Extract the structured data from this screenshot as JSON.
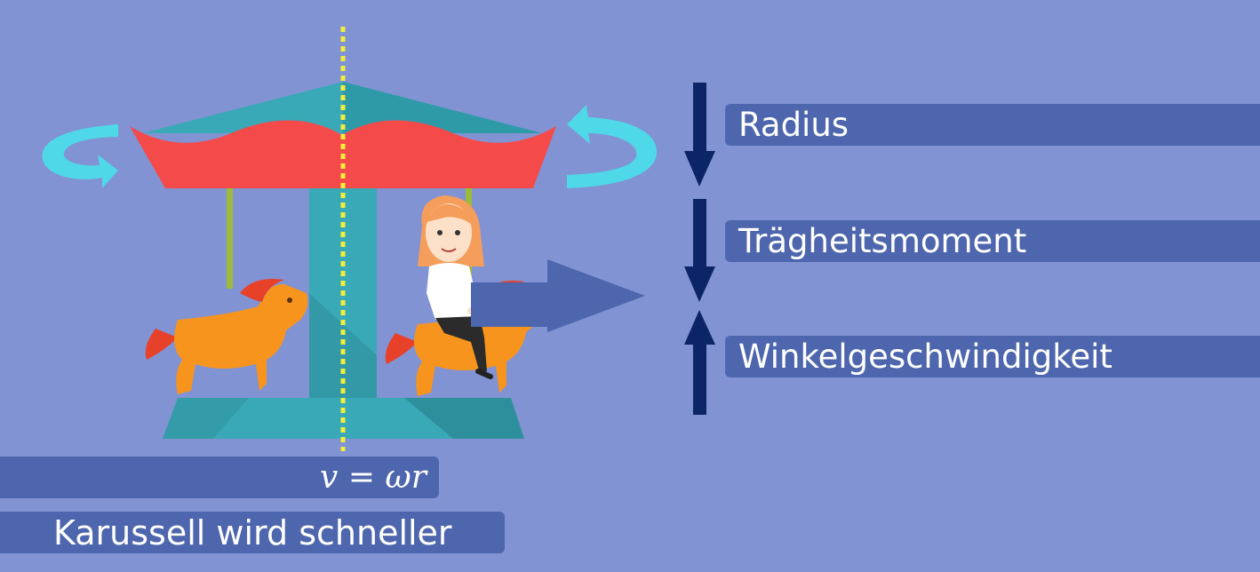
{
  "labels": {
    "radius": "Radius",
    "traegheitsmoment": "Trägheitsmoment",
    "winkelgeschwindigkeit": "Winkelgeschwindigkeit"
  },
  "formula": "v = ωr",
  "caption": "Karussell wird schneller",
  "arrows": {
    "radius": "down",
    "traegheitsmoment": "down",
    "winkelgeschwindigkeit": "up"
  },
  "colors": {
    "background": "#8193d3",
    "label_bar": "#4e66ad",
    "arrow": "#0c2566",
    "canopy": "#f54a4a",
    "carousel_teal": "#3aa9b7",
    "rotation_arrow": "#4fd8e8",
    "horse": "#f7941d",
    "horse_mane": "#e8412a",
    "axis_line": "#f2ee3c"
  }
}
